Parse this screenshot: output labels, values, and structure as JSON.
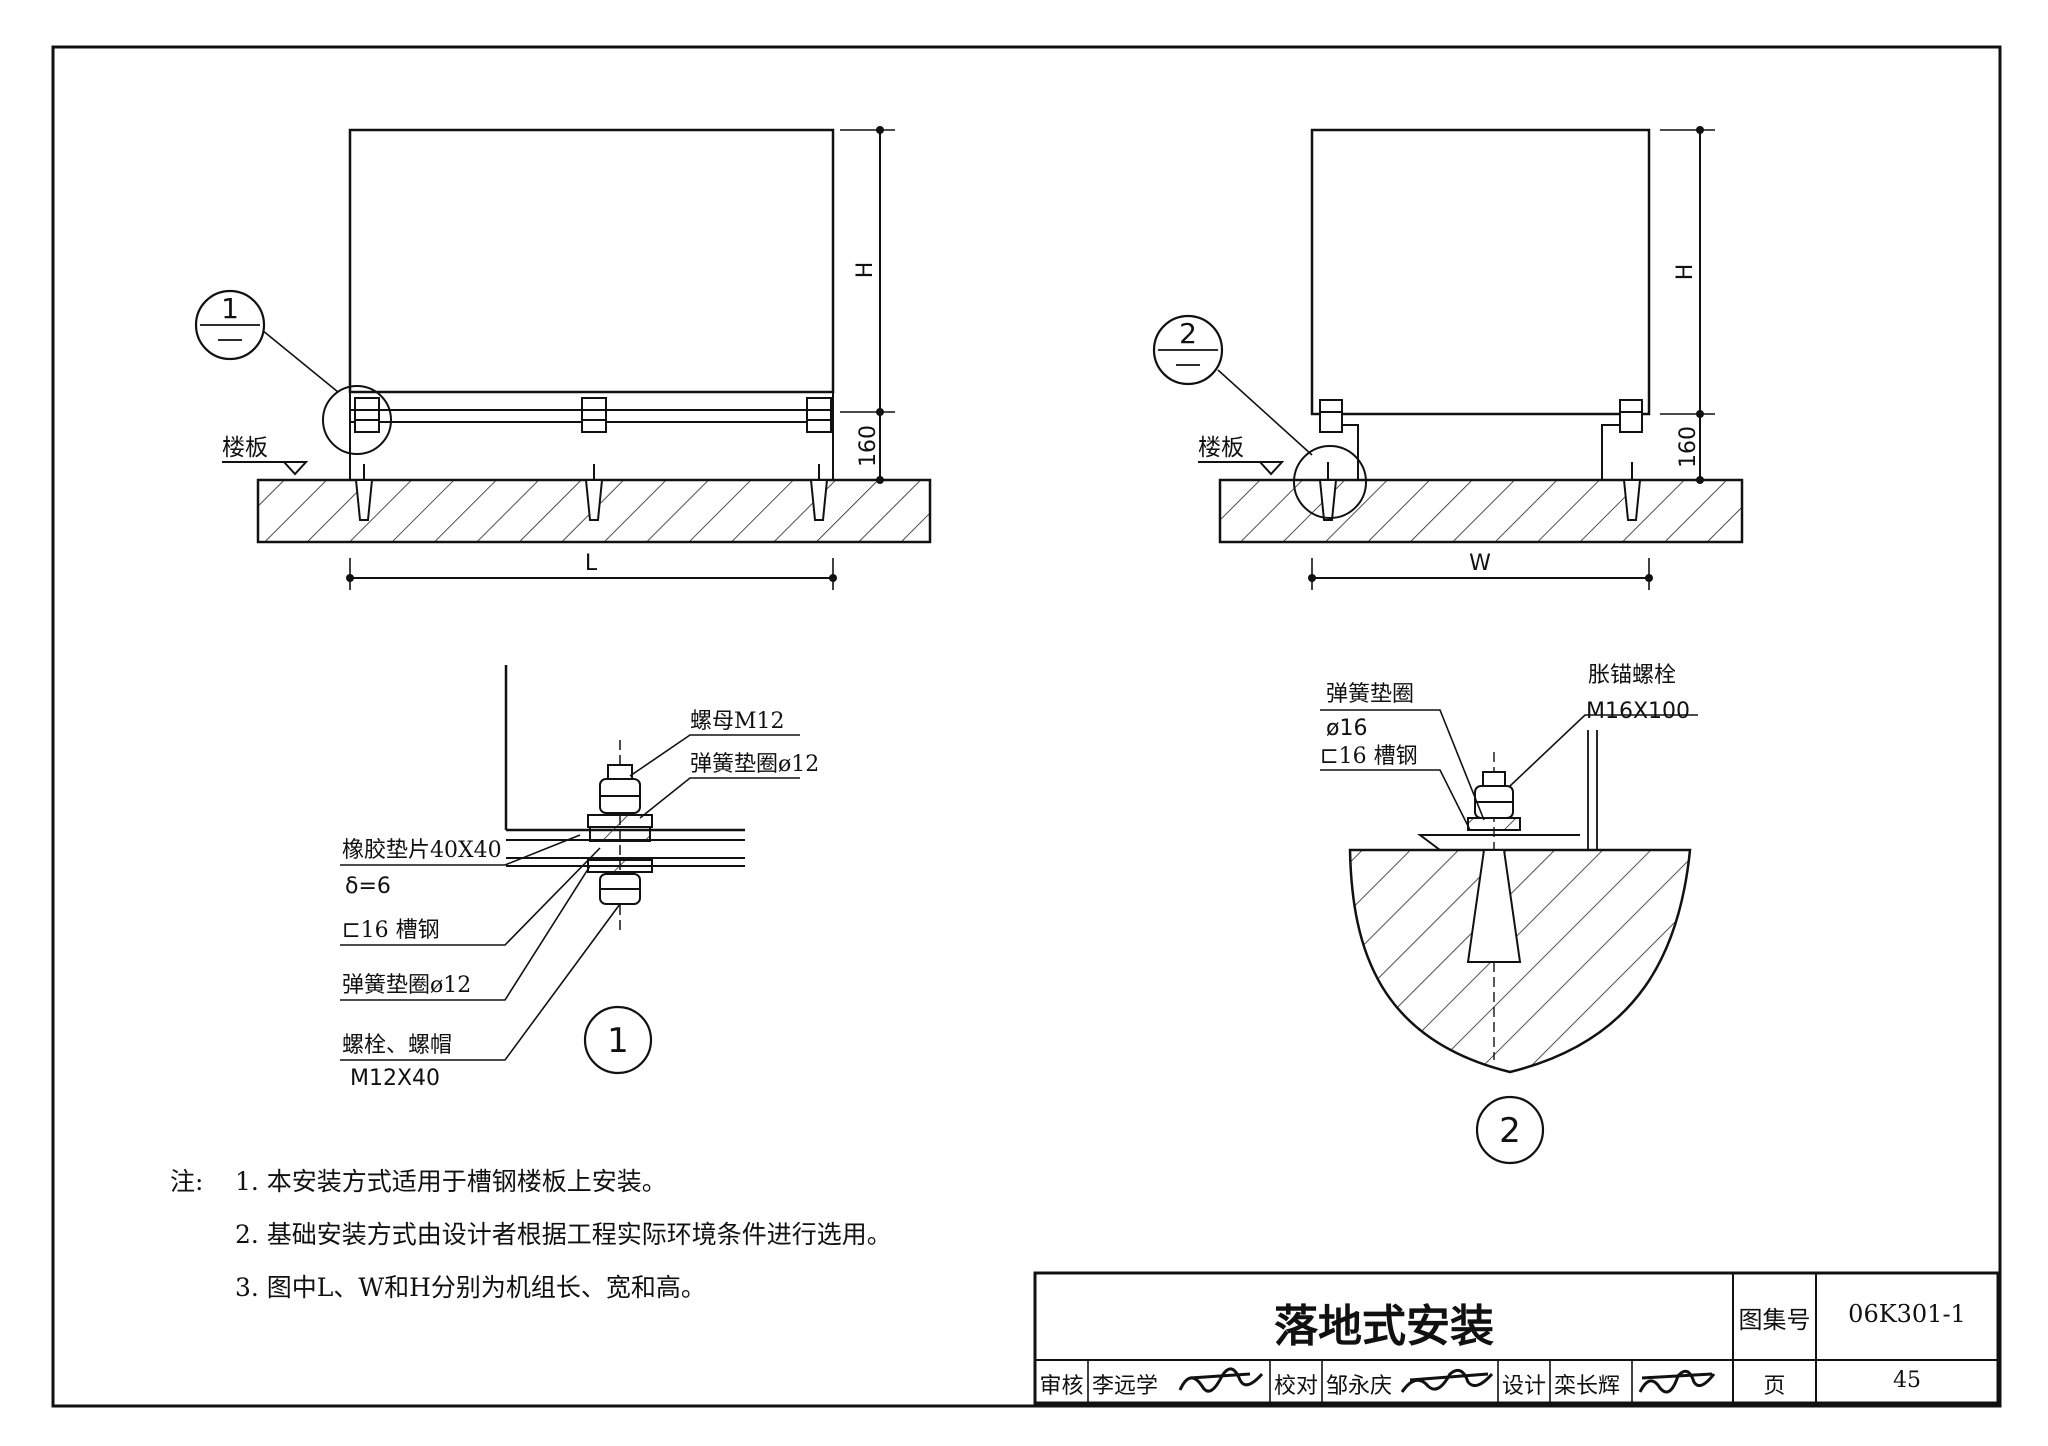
{
  "left_view": {
    "callout": "1",
    "floor_label": "楼板",
    "height_label": "H",
    "base_height": "160",
    "length_label": "L"
  },
  "right_view": {
    "callout": "2",
    "floor_label": "楼板",
    "height_label": "H",
    "base_height": "160",
    "width_label": "W"
  },
  "detail1": {
    "marker": "1",
    "nut": "螺母M12",
    "washer_top": "弹簧垫圈ø12",
    "rubber_pad": "橡胶垫片40X40",
    "pad_thickness": "δ=6",
    "channel": "⊏16 槽钢",
    "washer_bottom": "弹簧垫圈ø12",
    "bolt": "螺栓、螺帽",
    "bolt_size": "M12X40"
  },
  "detail2": {
    "marker": "2",
    "washer": "弹簧垫圈",
    "washer_size": "ø16",
    "channel": "⊏16 槽钢",
    "anchor": "胀锚螺栓",
    "anchor_size": "M16X100"
  },
  "notes": {
    "prefix": "注:",
    "items": [
      "1. 本安装方式适用于槽钢楼板上安装。",
      "2. 基础安装方式由设计者根据工程实际环境条件进行选用。",
      "3. 图中L、W和H分别为机组长、宽和高。"
    ]
  },
  "title_block": {
    "title": "落地式安装",
    "atlas_label": "图集号",
    "atlas_no": "06K301-1",
    "review_label": "审核",
    "reviewer": "李远学",
    "check_label": "校对",
    "checker": "邹永庆",
    "design_label": "设计",
    "designer": "栾长辉",
    "page_label": "页",
    "page_no": "45"
  }
}
